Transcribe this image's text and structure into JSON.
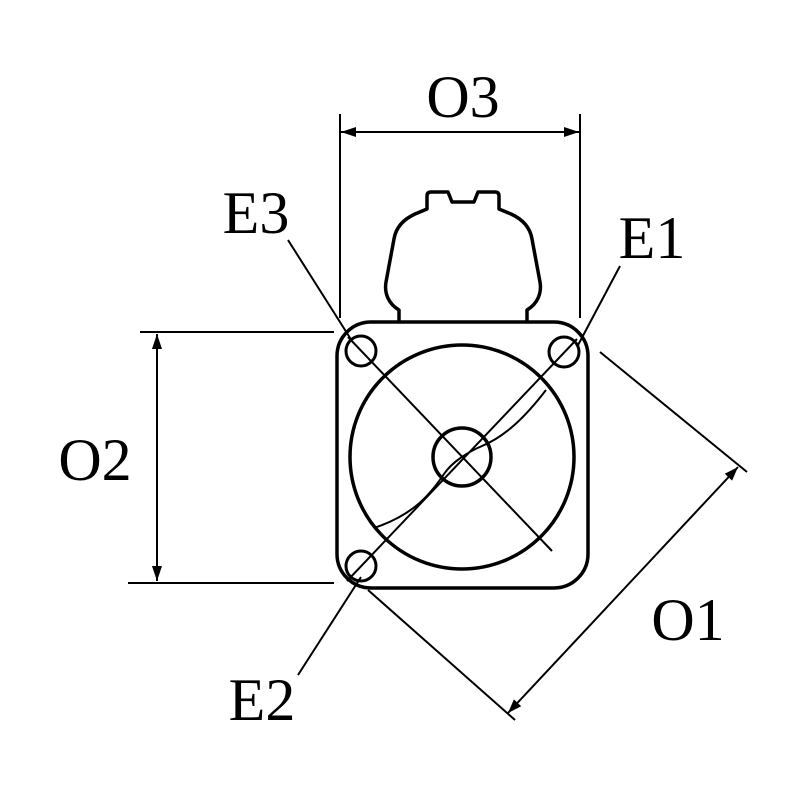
{
  "diagram": {
    "labels": {
      "o1": "O1",
      "o2": "O2",
      "o3": "O3",
      "e1": "E1",
      "e2": "E2",
      "e3": "E3"
    },
    "colors": {
      "line": "#000000",
      "background": "#ffffff"
    }
  }
}
